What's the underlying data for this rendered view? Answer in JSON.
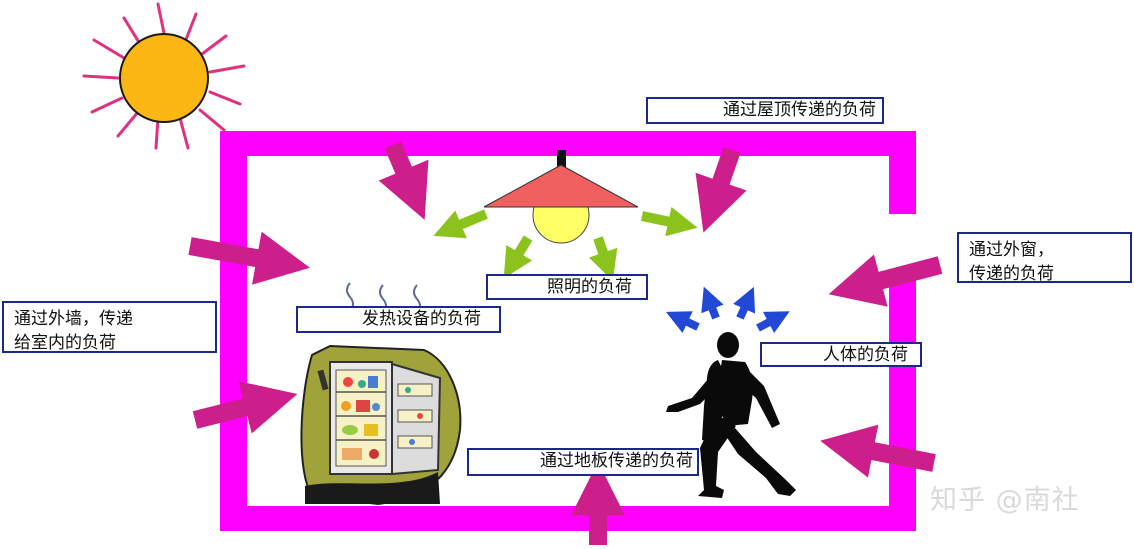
{
  "labels": {
    "roof": "通过屋顶传递的负荷",
    "window_line1": "通过外窗，",
    "window_line2": "传递的负荷",
    "wall_line1": "通过外墙，传递",
    "wall_line2": "给室内的负荷",
    "lighting": "照明的负荷",
    "equipment": "发热设备的负荷",
    "person": "人体的负荷",
    "floor": "通过地板传递的负荷"
  },
  "watermark": "知乎 @南社",
  "colors": {
    "wall": "#ff00ff",
    "heat_arrow": "#cc1f8c",
    "light_arrow": "#8bc21c",
    "person_arrow": "#2149d6",
    "sun_body": "#fdb714",
    "sun_rays": "#e0317f",
    "lamp_shade": "#f06060",
    "bulb": "#ffff66",
    "label_border": "#1a2a8a"
  },
  "icons": [
    "sun-icon",
    "lamp-icon",
    "refrigerator-icon",
    "heat-waves-icon",
    "walking-person-icon"
  ]
}
